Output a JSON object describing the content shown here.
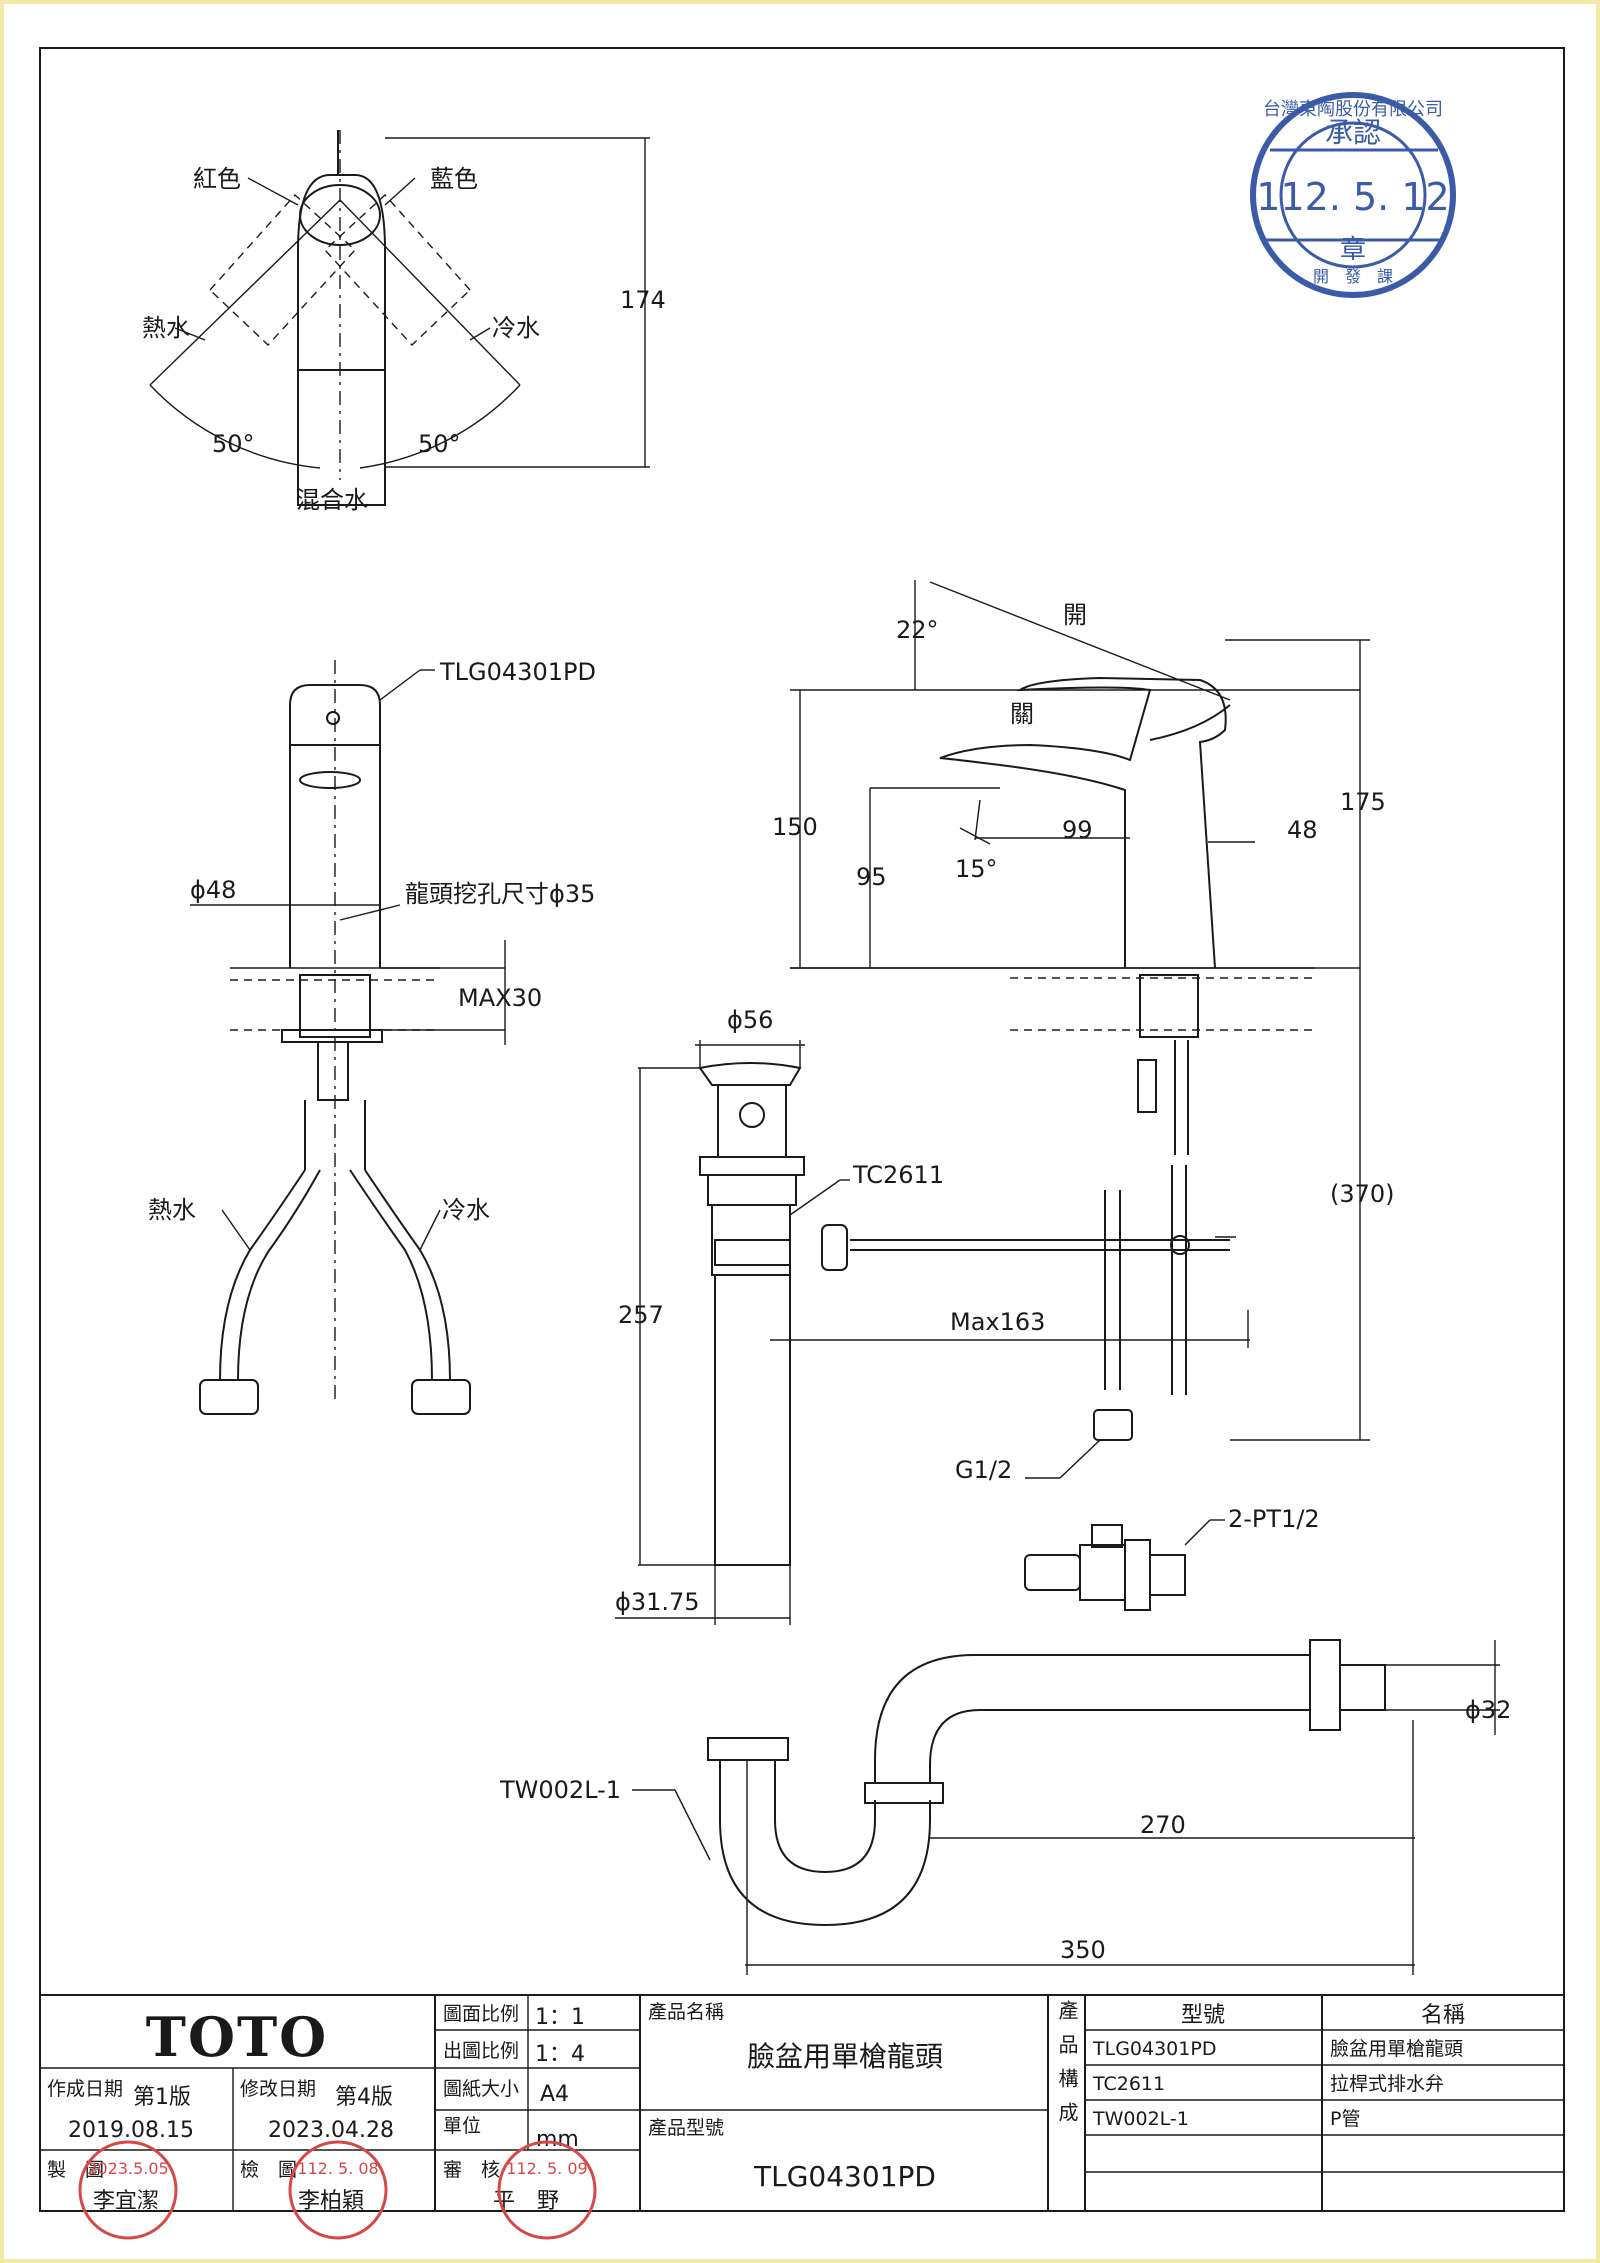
{
  "labels": {
    "red": "紅色",
    "blue": "藍色",
    "hot": "熱水",
    "cold": "冷水",
    "mix": "混合水",
    "angle_left": "50°",
    "angle_right": "50°",
    "dim_174": "174",
    "model_main": "TLG04301PD",
    "dia_48": "ϕ48",
    "hole": "龍頭挖孔尺寸ϕ35",
    "max30": "MAX30",
    "hot2": "熱水",
    "cold2": "冷水",
    "angle_22": "22°",
    "open": "開",
    "close": "關",
    "dim_150": "150",
    "dim_95": "95",
    "dim_99": "99",
    "dim_48": "48",
    "angle_15": "15°",
    "dim_175": "175",
    "dim_370": "(370)",
    "dia_56": "ϕ56",
    "tc2611": "TC2611",
    "dim_257": "257",
    "max163": "Max163",
    "g12": "G1/2",
    "pt12": "2-PT1/2",
    "dia_3175": "ϕ31.75",
    "dia_32": "ϕ32",
    "tw002l": "TW002L-1",
    "dim_270": "270",
    "dim_350": "350"
  },
  "title_block": {
    "brand": "TOTO",
    "created_label": "作成日期",
    "created_version": "第1版",
    "created_date": "2019.08.15",
    "revised_label": "修改日期",
    "revised_version": "第4版",
    "revised_date": "2023.04.28",
    "drawn_label": "製　圖",
    "checked_label": "檢　圖",
    "approved_label": "審　核",
    "drawn_by": "李宜潔",
    "checked_by": "李柏穎",
    "approved_by": "平　野",
    "scale_label": "圖面比例",
    "scale_value": "1：1",
    "print_scale_label": "出圖比例",
    "print_scale_value": "1：4",
    "paper_label": "圖紙大小",
    "paper_value": "A4",
    "unit_label": "單位",
    "unit_value": "mm",
    "product_name_label": "產品名稱",
    "product_name": "臉盆用單槍龍頭",
    "product_model_label": "產品型號",
    "product_model": "TLG04301PD",
    "composition_label": "產品構成",
    "col_model": "型號",
    "col_name": "名稱",
    "parts": [
      {
        "model": "TLG04301PD",
        "name": "臉盆用單槍龍頭"
      },
      {
        "model": "TC2611",
        "name": "拉桿式排水弁"
      },
      {
        "model": "TW002L-1",
        "name": "P管"
      }
    ]
  },
  "stamps": {
    "approval_ring": "台灣東陶股份有限公司",
    "approval_title": "承認",
    "approval_date": "112. 5. 12",
    "approval_seal": "章",
    "approval_dept": "開　發　課",
    "drawn_stamp_date": "2023.5.05",
    "checked_stamp_date": "112. 5. 08",
    "approved_stamp_date": "112. 5. 09"
  }
}
